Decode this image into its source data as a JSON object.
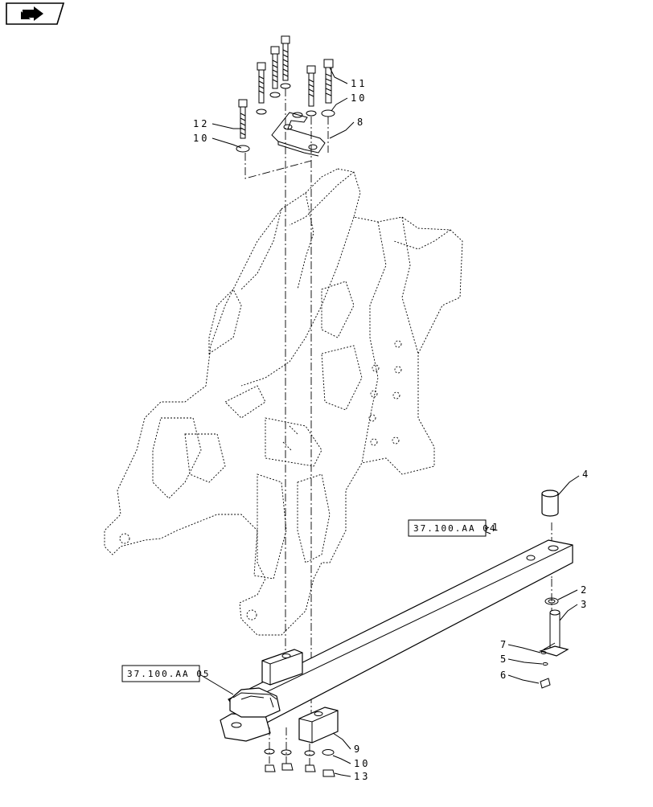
{
  "nav": {
    "icon": "next-page-arrow-icon"
  },
  "references": [
    {
      "text": "37.100.AA 04"
    },
    {
      "text": "37.100.AA 05"
    }
  ],
  "callouts": [
    "11",
    "10",
    "12",
    "10",
    "8",
    "4",
    "1",
    "2",
    "3",
    "7",
    "5",
    "6",
    "9",
    "10",
    "13"
  ]
}
